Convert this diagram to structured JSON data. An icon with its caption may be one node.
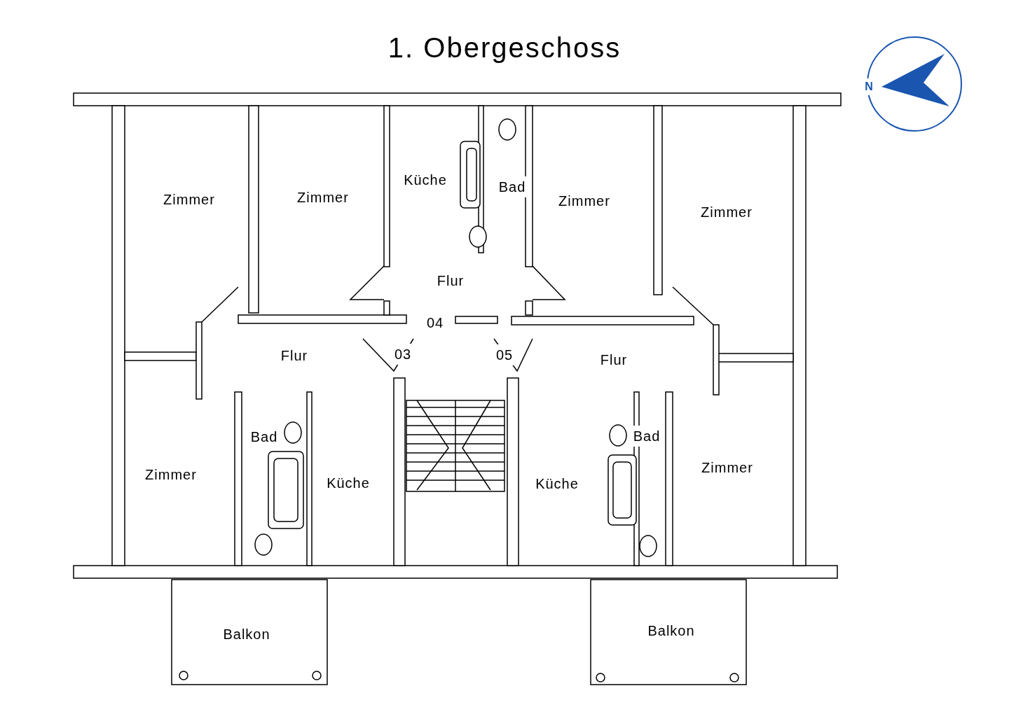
{
  "diagram": {
    "title": "1. Obergeschoss",
    "labels": [
      "Zimmer",
      "Zimmer",
      "Küche",
      "Bad",
      "Zimmer",
      "Zimmer",
      "Flur",
      "04",
      "Flur",
      "03",
      "05",
      "Flur",
      "Bad",
      "Zimmer",
      "Küche",
      "Küche",
      "Bad",
      "Zimmer",
      "Balkon",
      "Balkon",
      "N"
    ]
  }
}
